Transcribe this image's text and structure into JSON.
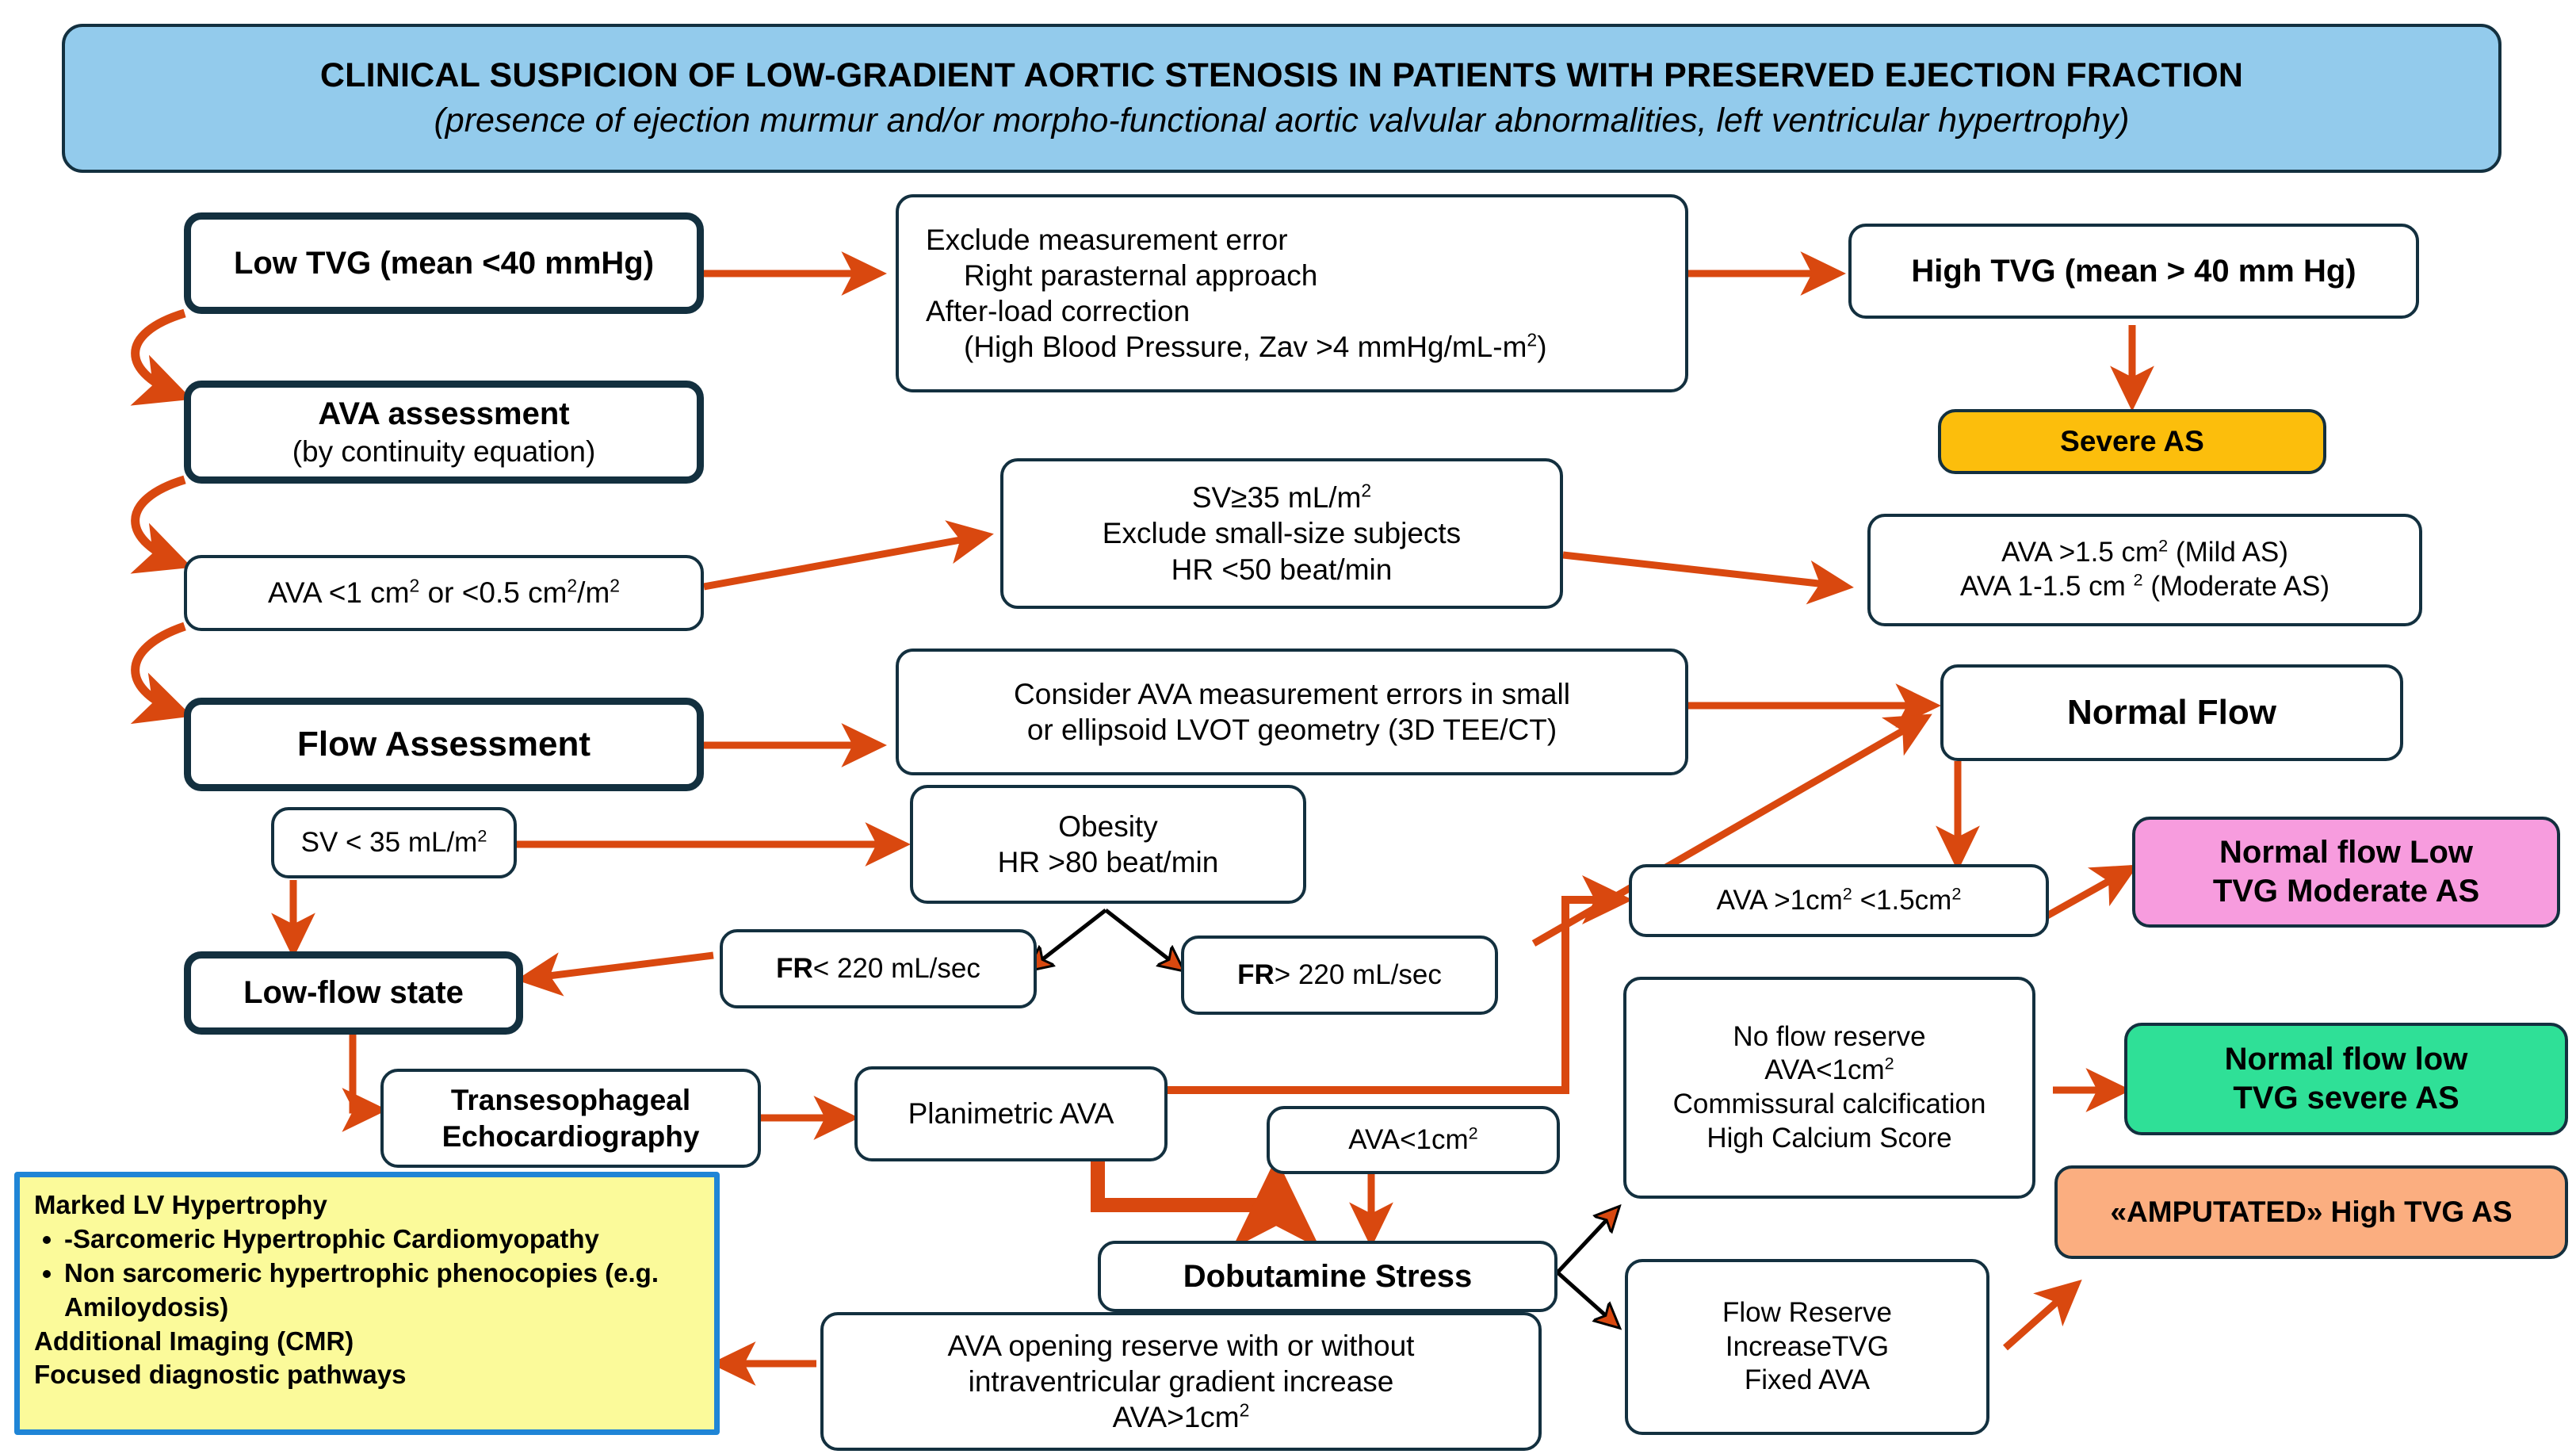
{
  "colors": {
    "header_blue": "#93cbec",
    "border_dark": "#13303f",
    "arrow_orange": "#d9480f",
    "severe_amber": "#fcbe0c",
    "moderate_pink": "#f79cde",
    "severe_green": "#2fe097",
    "amputated_salmon": "#fbae80",
    "note_yellow": "#fbfa9a",
    "note_blue_border": "#1f85d6"
  },
  "header": {
    "line1": "CLINICAL SUSPICION OF LOW-GRADIENT AORTIC STENOSIS IN PATIENTS WITH PRESERVED EJECTION FRACTION",
    "line2": "(presence of ejection murmur and/or morpho-functional aortic valvular abnormalities, left ventricular hypertrophy)"
  },
  "nodes": {
    "low_tvg": "Low TVG (mean <40 mmHg)",
    "exclude_error": {
      "l1": "Exclude measurement error",
      "l2": "Right parasternal approach",
      "l3": "After-load correction",
      "l4": "(High Blood Pressure, Zav >4 mmHg/mL-m²)"
    },
    "high_tvg": "High TVG (mean > 40 mm Hg)",
    "severe_as": "Severe AS",
    "ava_assessment": {
      "l1": "AVA assessment",
      "l2": "(by continuity equation)"
    },
    "sv_ge35": {
      "l1": "SV≥35 mL/m²",
      "l2": "Exclude  small-size subjects",
      "l3": "HR <50 beat/min"
    },
    "ava_lt1": "AVA <1 cm² or <0.5 cm²/m²",
    "mild_moderate": {
      "l1": "AVA >1.5 cm² (Mild AS)",
      "l2": "AVA 1-1.5 cm ² (Moderate AS)"
    },
    "consider_errors": {
      "l1": "Consider AVA measurement errors in small",
      "l2": "or ellipsoid LVOT geometry (3D TEE/CT)"
    },
    "flow_assessment": "Flow Assessment",
    "normal_flow": "Normal Flow",
    "sv_lt35": "SV < 35 mL/m²",
    "obesity": {
      "l1": "Obesity",
      "l2": "HR >80 beat/min"
    },
    "normal_flow_low_tvg_moderate": {
      "l1": "Normal flow Low",
      "l2": "TVG Moderate AS"
    },
    "fr_lt220": {
      "bold": "FR",
      "rest": "< 220 mL/sec"
    },
    "fr_gt220": {
      "bold": "FR",
      "rest": "> 220 mL/sec"
    },
    "ava_1_to_15": "AVA >1cm² <1.5cm²",
    "low_flow_state": "Low-flow state",
    "no_flow_reserve": {
      "l1": "No flow reserve",
      "l2": "AVA<1cm²",
      "l3": "Commissural calcification",
      "l4": "High Calcium Score"
    },
    "normal_flow_low_tvg_severe": {
      "l1": "Normal flow low",
      "l2": "TVG severe AS"
    },
    "tee": {
      "l1": "Transesophageal",
      "l2": "Echocardiography"
    },
    "planimetric_ava": "Planimetric AVA",
    "ava_lt1cm2": "AVA<1cm²",
    "amputated": "«AMPUTATED» High TVG AS",
    "dobutamine": "Dobutamine Stress",
    "flow_reserve": {
      "l1": "Flow Reserve",
      "l2": "IncreaseTVG",
      "l3": "Fixed AVA"
    },
    "ava_opening_reserve": {
      "l1": "AVA opening reserve with or without",
      "l2": "intraventricular gradient increase",
      "l3": "AVA>1cm²"
    },
    "lv_hypertrophy_note": {
      "title": "Marked LV Hypertrophy",
      "bullet1": "-Sarcomeric Hypertrophic Cardiomyopathy",
      "bullet2": "Non sarcomeric hypertrophic phenocopies (e.g. Amiloydosis)",
      "line3": "Additional Imaging (CMR)",
      "line4": "Focused diagnostic pathways"
    }
  }
}
